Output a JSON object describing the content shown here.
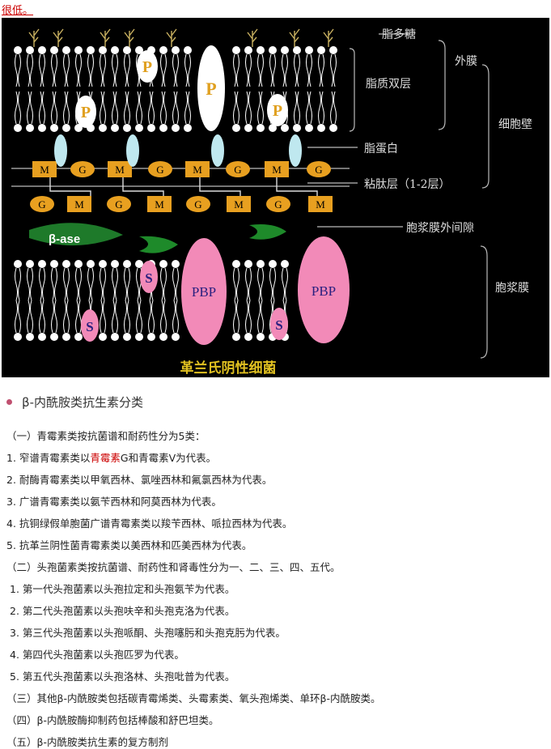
{
  "top_link": "很低。",
  "figure": {
    "labels": {
      "lps": "脂多糖",
      "outer_membrane": "外膜",
      "lipid_bilayer": "脂质双层",
      "cell_wall": "细胞壁",
      "lipoprotein": "脂蛋白",
      "peptidoglycan": "粘肽层（1-2层）",
      "periplasmic": "胞浆膜外间隙",
      "plasma_membrane": "胞浆膜",
      "caption": "革兰氏阴性细菌",
      "beta_ase": "β-ase",
      "p": "P",
      "pbp": "PBP",
      "s": "S",
      "m": "M",
      "g": "G"
    }
  },
  "section": {
    "title": "β-内酰胺类抗生素分类",
    "lines": [
      {
        "text": "（一）青霉素类按抗菌谱和耐药性分为5类：",
        "x": 8
      },
      {
        "pre": "1.    窄谱青霉素类以",
        "hl": "青霉素",
        "post": "G和青霉素V为代表。",
        "x": 8
      },
      {
        "text": "2. 耐酶青霉素类以甲氧西林、氯唑西林和氟氯西林为代表。",
        "x": 8
      },
      {
        "text": "3. 广谱青霉素类以氨苄西林和阿莫西林为代表。",
        "x": 8
      },
      {
        "text": "4. 抗铜绿假单胞菌广谱青霉素类以羧苄西林、哌拉西林为代表。",
        "x": 8
      },
      {
        "text": "5. 抗革兰阴性菌青霉素类以美西林和匹美西林为代表。",
        "x": 8
      },
      {
        "text": "（二）头孢菌素类按抗菌谱、耐药性和肾毒性分为一、二、三、四、五代。",
        "x": 8
      },
      {
        "text": "1. 第一代头孢菌素以头孢拉定和头孢氨苄为代表。",
        "x": 12
      },
      {
        "text": "2. 第二代头孢菌素以头孢呋辛和头孢克洛为代表。",
        "x": 12
      },
      {
        "text": "3. 第三代头孢菌素以头孢哌酮、头孢噻肟和头孢克肟为代表。",
        "x": 12
      },
      {
        "text": "4. 第四代头孢菌素以头孢匹罗为代表。",
        "x": 12
      },
      {
        "text": "5. 第五代头孢菌素以头孢洛林、头孢吡普为代表。",
        "x": 12
      },
      {
        "text": "（三）其他β-内酰胺类包括碳青霉烯类、头霉素类、氧头孢烯类、单环β-内酰胺类。",
        "x": 8
      },
      {
        "text": "（四）β-内酰胺酶抑制药包括棒酸和舒巴坦类。",
        "x": 8
      },
      {
        "text": "（五）β-内酰胺类抗生素的复方制剂",
        "x": 8
      }
    ]
  }
}
